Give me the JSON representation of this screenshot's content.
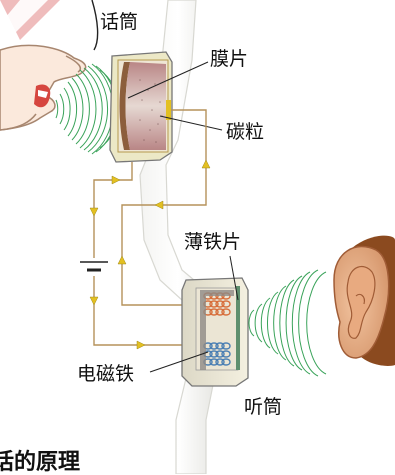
{
  "labels": {
    "microphone": "话筒",
    "diaphragm": "膜片",
    "carbon_granules": "碳粒",
    "thin_iron_plate": "薄铁片",
    "electromagnet": "电磁铁",
    "earpiece": "听筒"
  },
  "footer_text": "话的原理"
}
